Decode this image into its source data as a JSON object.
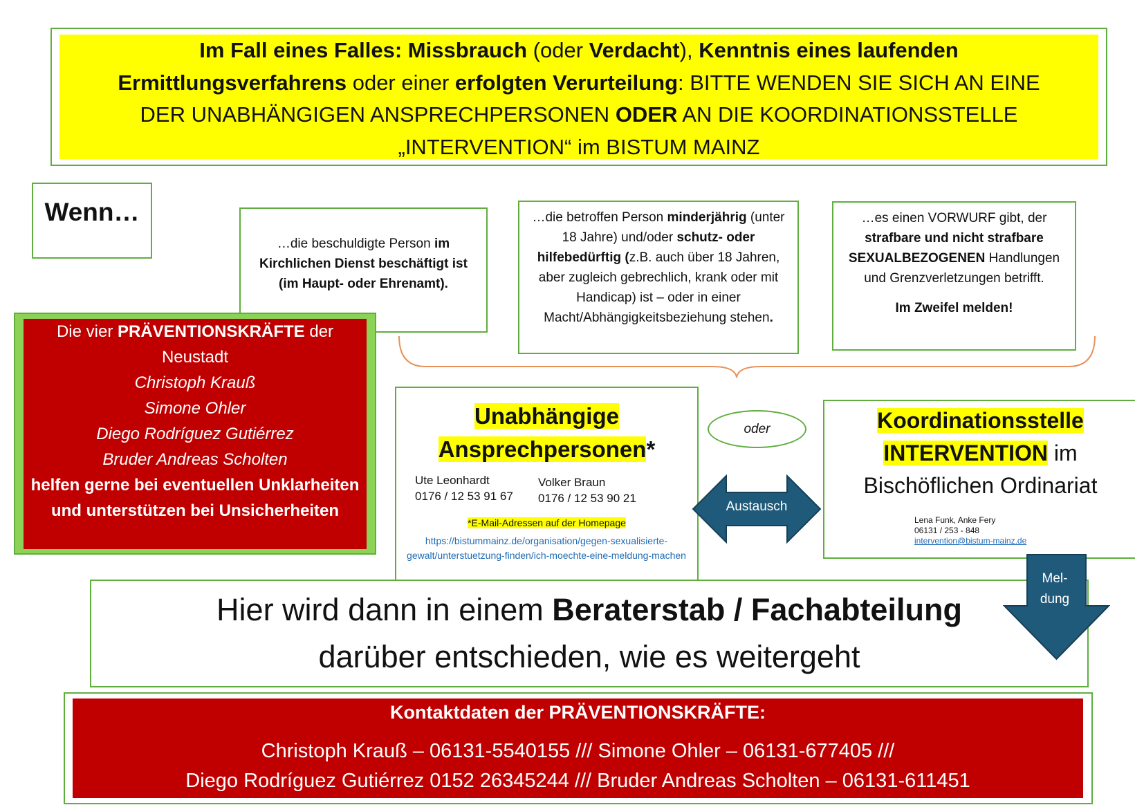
{
  "top_banner": {
    "l1_b1": "Im Fall eines Falles: Missbrauch",
    "l1_t1": " (oder ",
    "l1_b2": "Verdacht",
    "l1_t2": "), ",
    "l1_b3": "Kenntnis eines laufenden",
    "l2_b1": "Ermittlungsverfahrens",
    "l2_t1": " oder einer ",
    "l2_b2": "erfolgten Verurteilung",
    "l2_t2": ": BITTE WENDEN SIE SICH AN EINE",
    "l3_t1": "DER UNABHÄNGIGEN ANSPRECHPERSONEN ",
    "l3_b1": "ODER",
    "l3_t2": " AN DIE KOORDINATIONSSTELLE",
    "l4": "„INTERVENTION“ im BISTUM MAINZ"
  },
  "wenn": "Wenn…",
  "cond1": {
    "t1": "…die beschuldigte Person ",
    "b1": "im Kirchlichen Dienst beschäftigt ist (im Haupt- oder Ehrenamt)."
  },
  "cond2": {
    "t1": "…die betroffen Person ",
    "b1": "minderjährig",
    "t2": " (unter 18 Jahre) und/oder ",
    "b2": "schutz- oder hilfebedürftig (",
    "t3": "z.B. auch über 18 Jahren, aber zugleich gebrechlich, krank oder mit Handicap) ist – oder in einer Macht/Abhängigkeitsbeziehung stehen",
    "b3": "."
  },
  "cond3": {
    "t1": "…es einen VORWURF gibt, der ",
    "b1": "strafbare und nicht strafbare SEXUALBEZOGENEN",
    "t2": " Handlungen und Grenzverletzungen betrifft.",
    "b2": "Im Zweifel melden!"
  },
  "praevention": {
    "t1": "Die vier ",
    "b1": "PRÄVENTIONSKRÄFTE",
    "t2": " der Neustadt",
    "names": [
      "Christoph Krauß",
      "Simone Ohler",
      "Diego Rodríguez Gutiérrez",
      "Bruder Andreas Scholten"
    ],
    "b2": "helfen gerne bei eventuellen Unklarheiten und unterstützen bei Unsicherheiten"
  },
  "unabhaengige": {
    "title1": "Unabhängige",
    "title2": "Ansprechpersonen",
    "star": "*",
    "p1_name": "Ute Leonhardt",
    "p1_phone": "0176 / 12 53 91 67",
    "p2_name": "Volker Braun",
    "p2_phone": "0176 / 12 53 90 21",
    "note": "*E-Mail-Adressen auf der Homepage",
    "url": "https://bistummainz.de/organisation/gegen-sexualisierte-gewalt/unterstuetzung-finden/ich-moechte-eine-meldung-machen"
  },
  "oder": "oder",
  "austausch": "Austausch",
  "koordination": {
    "b1": "Koordinationsstelle",
    "b2": "INTERVENTION",
    "t1": " im",
    "t2": "Bischöflichen Ordinariat",
    "names": "Lena Funk, Anke Fery",
    "phone": "06131 / 253 - 848",
    "email": "intervention@bistum-mainz.de"
  },
  "meldung": "Mel-dung",
  "meldung_l1": "Mel-",
  "meldung_l2": "dung",
  "beraterstab": {
    "t1": "Hier wird dann in einem ",
    "b1": "Beraterstab / Fachabteilung",
    "t2": "darüber entschieden, wie es weitergeht"
  },
  "kontakt": {
    "title": "Kontaktdaten der PRÄVENTIONSKRÄFTE:",
    "line1": "Christoph Krauß – 06131-5540155 /// Simone Ohler – 06131-677405 ///",
    "line2": "Diego Rodríguez Gutiérrez 0152 26345244 /// Bruder Andreas Scholten – 06131-611451"
  },
  "colors": {
    "yellow": "#ffff00",
    "green_border": "#5fae3e",
    "dark_red": "#c00000",
    "arrow_blue": "#1f5a7a",
    "link_blue": "#1f6bb5"
  }
}
